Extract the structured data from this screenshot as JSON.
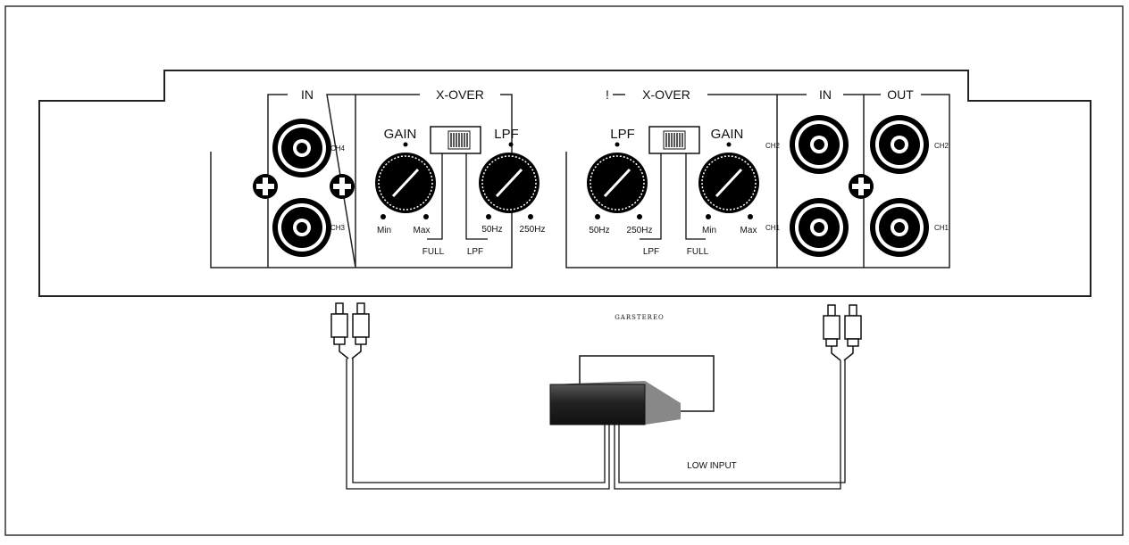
{
  "left_panel": {
    "in_label": "IN",
    "xover_label": "X-OVER",
    "ch4": "CH4",
    "ch3": "CH3",
    "gain_label": "GAIN",
    "lpf_label": "LPF",
    "gain_min": "Min",
    "gain_max": "Max",
    "lpf_min": "50Hz",
    "lpf_max": "250Hz",
    "switch_full": "FULL",
    "switch_lpf": "LPF"
  },
  "right_panel": {
    "xover_label": "X-OVER",
    "xover_prefix": "!",
    "in_label": "IN",
    "out_label": "OUT",
    "ch2": "CH2",
    "ch1": "CH1",
    "lpf_label": "LPF",
    "gain_label": "GAIN",
    "lpf_min": "50Hz",
    "lpf_max": "250Hz",
    "gain_min": "Min",
    "gain_max": "Max",
    "switch_lpf": "LPF",
    "switch_full": "FULL"
  },
  "brand": "GARSTEREO",
  "low_input_label": "LOW INPUT"
}
